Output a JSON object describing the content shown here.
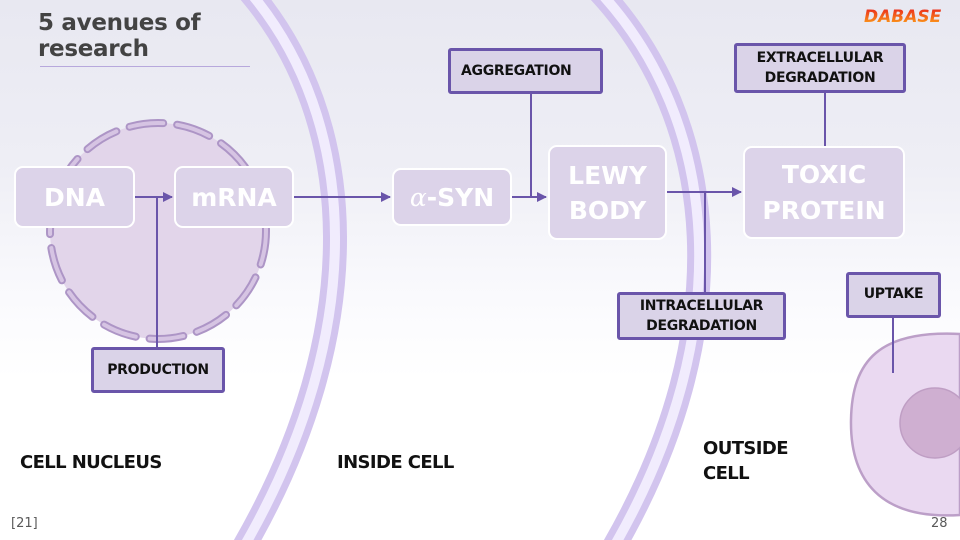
{
  "slide": {
    "title": "5 avenues of research",
    "logo_text": "DABASE",
    "citation": "[21]",
    "page_number": "28"
  },
  "colors": {
    "accent": "#6a55aa",
    "node_fill": "#dcd3e9",
    "label_fill": "#dad3e8",
    "membrane": "#d2c4ee",
    "membrane_inner": "#f1ecfd",
    "nucleus_fill": "#e2d5ea",
    "nucleus_dash": "#c4afd6",
    "cell_fill": "#ead9f1",
    "cell_nucleus": "#cfafd1"
  },
  "nodes": {
    "dna": "DNA",
    "mrna": "mRNA",
    "asyn_alpha": "α",
    "asyn_rest": "-SYN",
    "lewy_body": "LEWY\nBODY",
    "toxic_protein": "TOXIC\nPROTEIN"
  },
  "labels": {
    "aggregation": "AGGREGATION",
    "extracellular_degradation": "EXTRACELLULAR\nDEGRADATION",
    "intracellular_degradation": "INTRACELLULAR\nDEGRADATION",
    "production": "PRODUCTION",
    "uptake": "UPTAKE"
  },
  "regions": {
    "cell_nucleus": "CELL NUCLEUS",
    "inside_cell": "INSIDE CELL",
    "outside_cell": "OUTSIDE\nCELL"
  }
}
